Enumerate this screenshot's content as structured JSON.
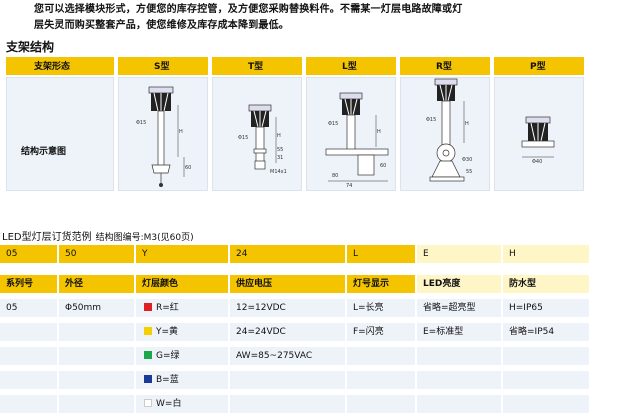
{
  "intro": {
    "line1": "您可以选择模块形式，方便您的库存控管，及方便您采购替换料件。不需某一灯层电路故障或灯",
    "line2": "层失灵而购买整套产品，使您维修及库存成本降到最低。"
  },
  "bracket_section_title": "支架结构",
  "bracket_table": {
    "header_label": "支架形态",
    "types": [
      "S型",
      "T型",
      "L型",
      "R型",
      "P型"
    ],
    "row_label": "结构示意图",
    "dimensions": {
      "S": [
        "Φ15",
        "H",
        "60"
      ],
      "T": [
        "Φ15",
        "H",
        "55",
        "31",
        "M14x1"
      ],
      "L": [
        "Φ15",
        "H",
        "60",
        "74",
        "80"
      ],
      "R": [
        "Φ15",
        "H",
        "Φ30",
        "55"
      ],
      "P": [
        "Φ40"
      ]
    }
  },
  "order_title": "LED型灯层订货范例",
  "order_ref": "结构图编号:M3(见60页)",
  "order_example": [
    "05",
    "50",
    "Y",
    "24",
    "L",
    "E",
    "H"
  ],
  "order_headers": [
    "系列号",
    "外径",
    "灯层颜色",
    "供应电压",
    "灯号显示",
    "LED亮度",
    "防水型"
  ],
  "order_rows": [
    [
      "05",
      "Φ50mm",
      "R=红",
      "12=12VDC",
      "L=长亮",
      "省略=超亮型",
      "H=IP65"
    ],
    [
      "",
      "",
      "Y=黄",
      "24=24VDC",
      "F=闪亮",
      "E=标准型",
      "省略=IP54"
    ],
    [
      "",
      "",
      "G=绿",
      "AW=85~275VAC",
      "",
      "",
      ""
    ],
    [
      "",
      "",
      "B=蓝",
      "",
      "",
      "",
      ""
    ],
    [
      "",
      "",
      "W=白",
      "",
      "",
      "",
      ""
    ]
  ],
  "colors": {
    "header_yellow": "#f5c400",
    "light_yellow": "#fff6c8",
    "cell_blue": "#eef3fa",
    "red": "#e02020",
    "yellow": "#f5d000",
    "green": "#1aa84a",
    "blue": "#1a3a9a",
    "white": "#ffffff"
  }
}
